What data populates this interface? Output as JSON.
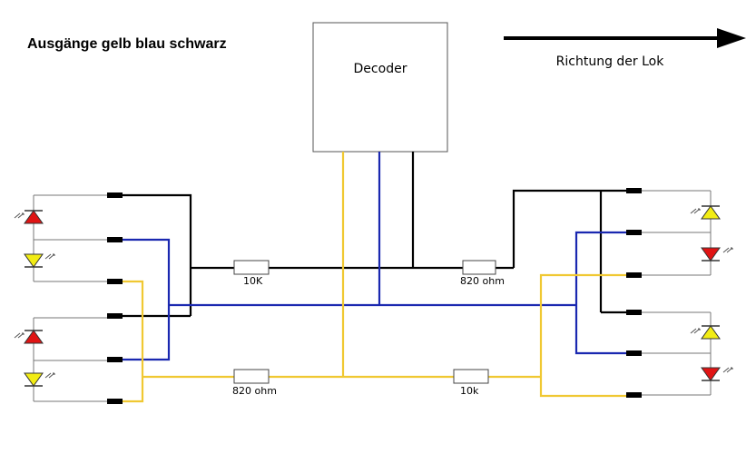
{
  "title": "Ausgänge gelb blau schwarz",
  "direction_label": "Richtung der Lok",
  "decoder_label": "Decoder",
  "resistors": {
    "r_left_black": "10K",
    "r_right_black": "820 ohm",
    "r_left_yellow": "820 ohm",
    "r_right_yellow": "10k"
  },
  "colors": {
    "yellow": "#f0c832",
    "blue": "#1a28b0",
    "black": "#000000",
    "gray": "#777777",
    "led_red": "#e01414",
    "led_yellow": "#f2ec14"
  },
  "icons": [
    "led-red-icon",
    "led-yellow-icon",
    "arrow-right-icon",
    "resistor-icon",
    "decoder-box"
  ]
}
